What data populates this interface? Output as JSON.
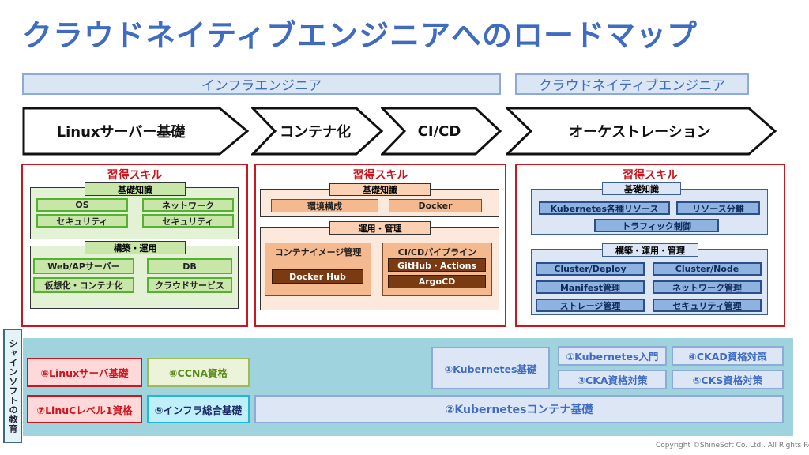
{
  "title": "クラウドネイティブエンジニアへのロードマップ",
  "bands": {
    "infra": "インフラエンジニア",
    "cloud_native": "クラウドネイティブエンジニア"
  },
  "steps": {
    "linux": "Linuxサーバー基礎",
    "container": "コンテナ化",
    "cicd": "CI/CD",
    "orchestration": "オーケストレーション"
  },
  "skills_title": "習得スキル",
  "linux_skills": {
    "basic_label": "基礎知識",
    "basic_items": [
      "OS",
      "ネットワーク",
      "セキュリティ",
      "セキュリティ"
    ],
    "ops_label": "構築・運用",
    "ops_items": [
      "Web/APサーバー",
      "DB",
      "仮想化・コンテナ化",
      "クラウドサービス"
    ]
  },
  "container_skills": {
    "basic_label": "基礎知識",
    "basic_items": [
      "環境構成",
      "Docker"
    ],
    "ops_label": "運用・管理",
    "image_mgmt": {
      "label": "コンテナイメージ管理",
      "items": [
        "Docker Hub"
      ]
    },
    "pipeline": {
      "label": "CI/CDパイプライン",
      "items": [
        "GitHub・Actions",
        "ArgoCD"
      ]
    }
  },
  "orch_skills": {
    "basic_label": "基礎知識",
    "basic_items": [
      "Kubernetes各種リソース",
      "リソース分離",
      "トラフィック制御"
    ],
    "ops_label": "構築・運用・管理",
    "ops_items": [
      "Cluster/Deploy",
      "Cluster/Node",
      "Manifest管理",
      "ネットワーク管理",
      "ストレージ管理",
      "セキュリティ管理"
    ]
  },
  "education": {
    "label": "シャインソフトの教育",
    "courses": {
      "c1": "①Kubernetes入門",
      "c2": "②Kubernetesコンテナ基礎",
      "c3": "③CKA資格対策",
      "c4": "④CKAD資格対策",
      "c5": "⑤CKS資格対策",
      "c6": "⑥Linuxサーバ基礎",
      "c7": "⑦LinuCレベル1資格",
      "c8": "⑧CCNA資格",
      "c9": "⑨インフラ総合基礎",
      "k8s_basic": "①Kubernetes基礎"
    }
  },
  "colors": {
    "title_blue": "#3f6cc1",
    "skill_red": "#c9161f",
    "green_item": "#c8e6a8",
    "orange_item": "#f5b98f",
    "blue_item": "#8fb3e0",
    "education_bg": "#9fd4df"
  },
  "copyright": "Copyright ©ShineSoft Co. Ltd.. All Rights Reserved"
}
